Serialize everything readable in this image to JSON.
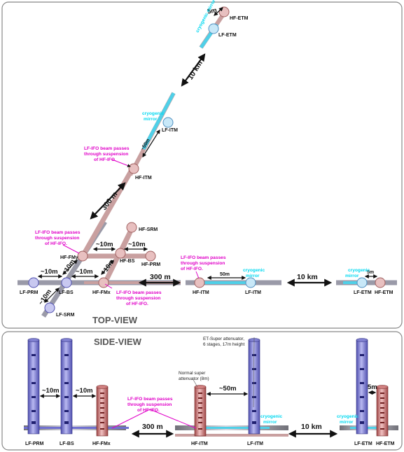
{
  "top_view": {
    "title": "TOP-VIEW",
    "labels": {
      "hf_etm_top": "HF-ETM",
      "lf_etm_top": "LF-ETM",
      "lf_itm_diag": "LF-ITM",
      "hf_itm_diag": "HF-ITM",
      "hf_srm": "HF-SRM",
      "hf_fmy": "HF-FMy",
      "hf_bs": "HF-BS",
      "hf_prm": "HF-PRM",
      "lf_prm": "LF-PRM",
      "lf_bs": "LF-BS",
      "hf_fmx": "HF-FMx",
      "lf_srm": "LF-SRM",
      "hf_itm_row": "HF-ITM",
      "lf_itm_row": "LF-ITM",
      "lf_etm_row": "LF-ETM",
      "hf_etm_row": "HF-ETM"
    },
    "distances": {
      "d5m_top": "5m",
      "d10km_diag": "10 km",
      "d50m_diag": "~50m",
      "d300m_diag": "300 m",
      "d10m_a": "~10m",
      "d10m_b": "~10m",
      "d10m_c": "~10m",
      "d10m_d": "~10m",
      "d10m_e": "~10m",
      "d10m_f": "~10m",
      "d300m_row": "300 m",
      "d50m_row": "50m",
      "d10km_row": "10 km",
      "d5m_row": "5m"
    },
    "cryogenic_top": "cryogenic mirror",
    "cryogenic_diag": [
      "cryogenic",
      "mirror"
    ],
    "cryogenic_row1": [
      "cryogenic",
      "mirror"
    ],
    "cryogenic_row2": [
      "cryogenic",
      "mirror"
    ],
    "note_diag": [
      "LF-IFO beam passes",
      "through suspension",
      "of HF-IFO."
    ],
    "note_fmy": [
      "LF-IFO beam passes",
      "through suspension",
      "of HF-IFO."
    ],
    "note_fmx": [
      "LF-IFO beam passes",
      "through suspension",
      "of HF-IFO."
    ],
    "note_row": [
      "LF-IFO beam passes",
      "through suspension",
      "of HF-IFO."
    ]
  },
  "side_view": {
    "title": "SIDE-VIEW",
    "et_note": [
      "ET-Super attenuator,",
      "6 stages, 17m height"
    ],
    "normal_note": [
      "Normal super",
      "attenuator (8m)"
    ],
    "note_beam": [
      "LF-IFO beam passes",
      "through suspension",
      "of HF-IFO."
    ],
    "labels": [
      "LF-PRM",
      "LF-BS",
      "HF-FMx",
      "HF-ITM",
      "LF-ITM",
      "LF-ETM",
      "HF-ETM"
    ],
    "distances": {
      "d10m_a": "~10m",
      "d10m_b": "~10m",
      "d300m": "300 m",
      "d50m": "~50m",
      "d10km": "10 km",
      "d5m": "5m"
    },
    "cryogenic_1": [
      "cryogenic",
      "mirror"
    ],
    "cryogenic_2": [
      "cryogenic",
      "mirror"
    ]
  },
  "colors": {
    "lf_blue": "#8a8ad8",
    "hf_red": "#c98a8a",
    "cryo_cyan": "#4fd0e8",
    "pipe_grey": "#9a9aa8",
    "magenta": "#e000c8"
  }
}
